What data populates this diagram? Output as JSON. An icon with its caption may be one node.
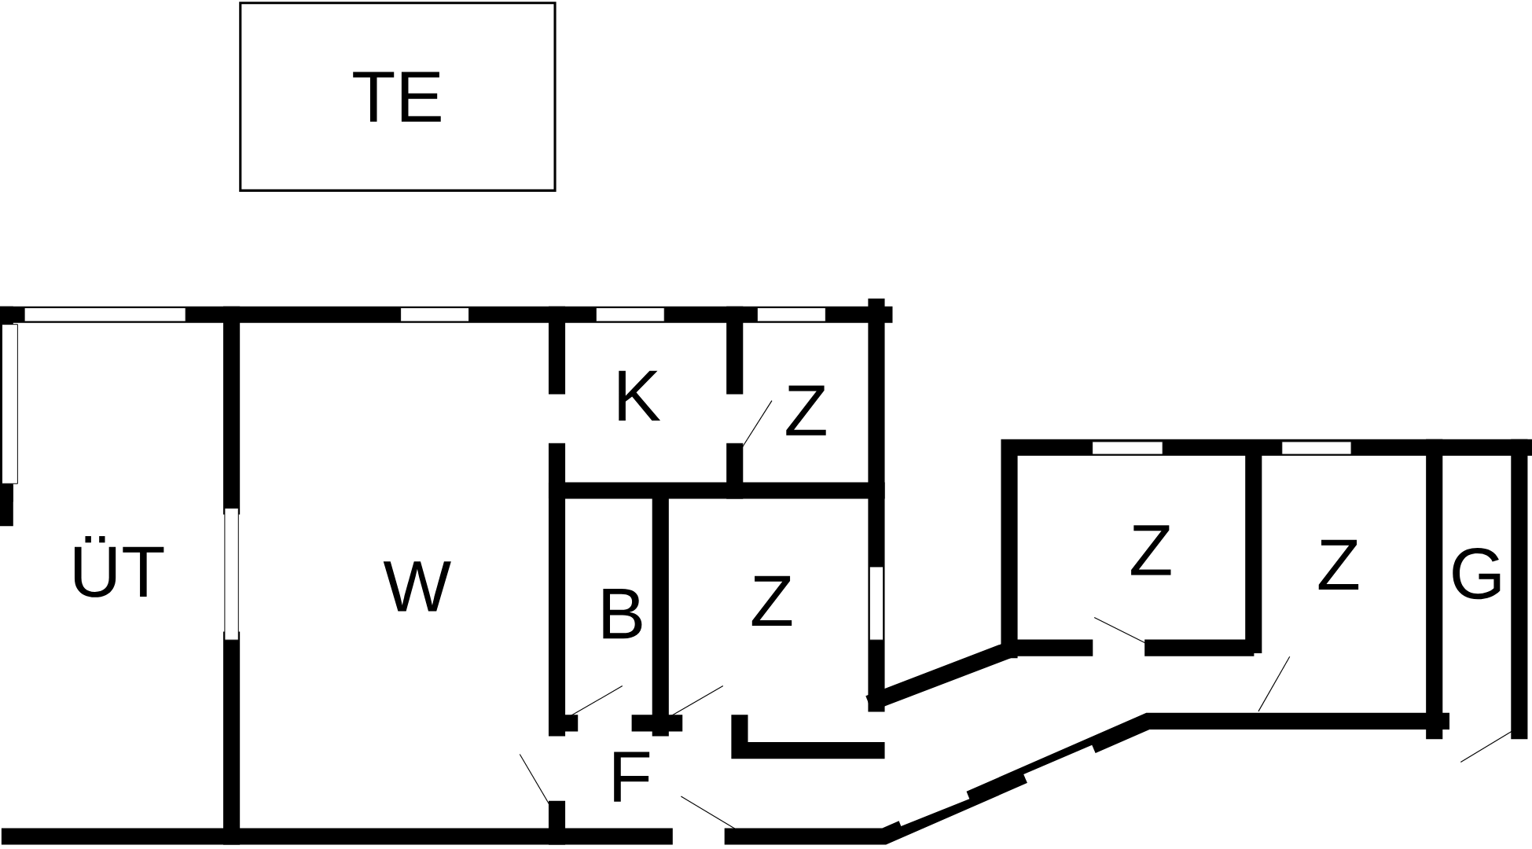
{
  "diagram": {
    "nodes": [
      {
        "text": [
          "TE"
        ]
      },
      {
        "text": [
          "ÜT"
        ]
      },
      {
        "text": [
          "W"
        ]
      },
      {
        "text": [
          "K"
        ]
      },
      {
        "text": [
          "Z"
        ]
      },
      {
        "text": [
          "B"
        ]
      },
      {
        "text": [
          "Z"
        ]
      },
      {
        "text": [
          "F"
        ]
      },
      {
        "text": [
          "Z"
        ]
      },
      {
        "text": [
          "Z"
        ]
      },
      {
        "text": [
          "G"
        ]
      }
    ]
  }
}
